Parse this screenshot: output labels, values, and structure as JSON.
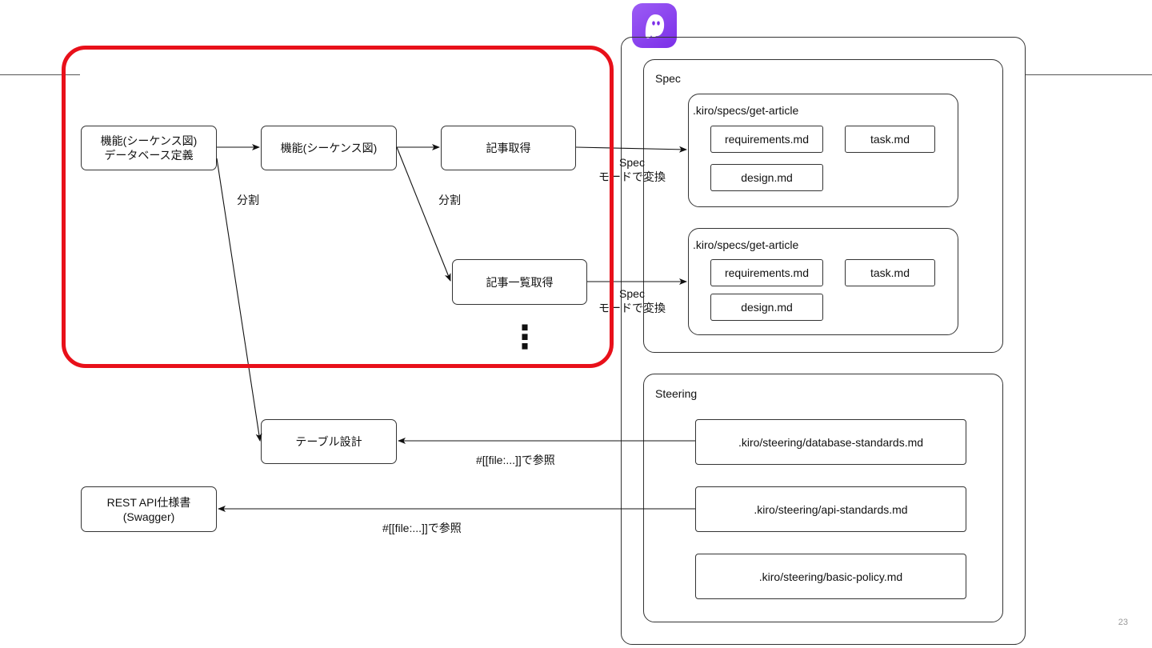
{
  "left": {
    "func_db": "機能(シーケンス図)\nデータベース定義",
    "func_seq": "機能(シーケンス図)",
    "get_article": "記事取得",
    "get_article_list": "記事一覧取得",
    "split_label_1": "分割",
    "split_label_2": "分割",
    "ellipsis": "⋮",
    "table_design": "テーブル設計",
    "rest_api": "REST API仕様書\n(Swagger)",
    "ref_label_1": "#[[file:...]]で参照",
    "ref_label_2": "#[[file:...]]で参照"
  },
  "conversion_labels": [
    "Spec\nモードで変換",
    "Spec\nモードで変換"
  ],
  "spec": {
    "title": "Spec",
    "folders": [
      {
        "path": ".kiro/specs/get-article",
        "files": [
          "requirements.md",
          "task.md",
          "design.md"
        ]
      },
      {
        "path": ".kiro/specs/get-article",
        "files": [
          "requirements.md",
          "task.md",
          "design.md"
        ]
      }
    ]
  },
  "steering": {
    "title": "Steering",
    "files": [
      ".kiro/steering/database-standards.md",
      ".kiro/steering/api-standards.md",
      ".kiro/steering/basic-policy.md"
    ]
  },
  "logo_icon": "kiro-ghost-icon",
  "colors": {
    "highlight": "#e8101a",
    "logo": "#8b45f0"
  },
  "page_number": "23"
}
